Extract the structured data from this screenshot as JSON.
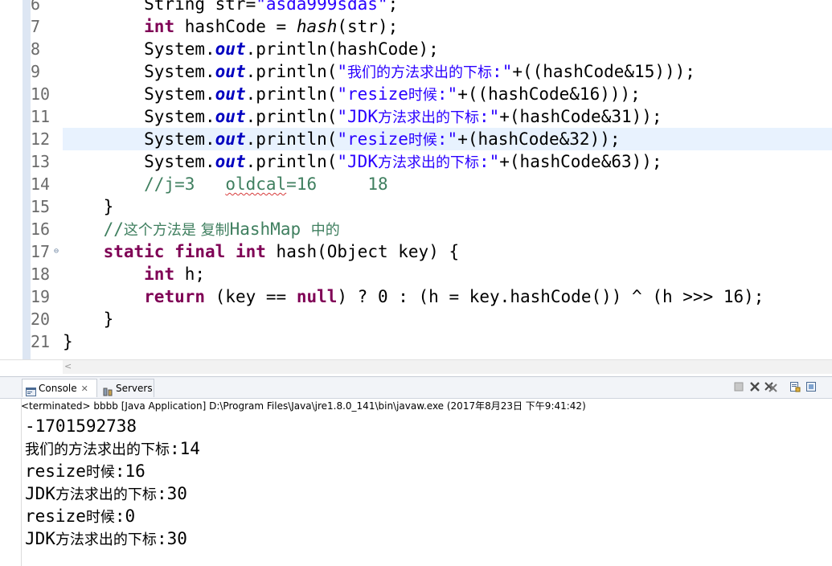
{
  "editor": {
    "partial_top_line": "5",
    "lines": [
      {
        "n": "6",
        "fold": "",
        "segments": [
          [
            "plain",
            "        String str="
          ],
          [
            "str",
            "\"asda999sdas\""
          ],
          [
            "plain",
            ";"
          ]
        ]
      },
      {
        "n": "7",
        "fold": "",
        "segments": [
          [
            "plain",
            "        "
          ],
          [
            "kw",
            "int"
          ],
          [
            "plain",
            " hashCode = "
          ],
          [
            "mth",
            "hash"
          ],
          [
            "plain",
            "(str);"
          ]
        ]
      },
      {
        "n": "8",
        "fold": "",
        "segments": [
          [
            "plain",
            "        System."
          ],
          [
            "fld",
            "out"
          ],
          [
            "plain",
            ".println(hashCode);"
          ]
        ]
      },
      {
        "n": "9",
        "fold": "",
        "segments": [
          [
            "plain",
            "        System."
          ],
          [
            "fld",
            "out"
          ],
          [
            "plain",
            ".println("
          ],
          [
            "str",
            "\""
          ],
          [
            "strcj",
            "我们的方法求出的下标"
          ],
          [
            "str",
            ":\""
          ],
          [
            "plain",
            "+((hashCode&15)));"
          ]
        ]
      },
      {
        "n": "10",
        "fold": "",
        "segments": [
          [
            "plain",
            "        System."
          ],
          [
            "fld",
            "out"
          ],
          [
            "plain",
            ".println("
          ],
          [
            "str",
            "\"resize"
          ],
          [
            "strcj",
            "时候"
          ],
          [
            "str",
            ":\""
          ],
          [
            "plain",
            "+((hashCode&16)));"
          ]
        ]
      },
      {
        "n": "11",
        "fold": "",
        "segments": [
          [
            "plain",
            "        System."
          ],
          [
            "fld",
            "out"
          ],
          [
            "plain",
            ".println("
          ],
          [
            "str",
            "\"JDK"
          ],
          [
            "strcj",
            "方法求出的下标"
          ],
          [
            "str",
            ":\""
          ],
          [
            "plain",
            "+(hashCode&31));"
          ]
        ]
      },
      {
        "n": "12",
        "fold": "",
        "current": true,
        "segments": [
          [
            "plain",
            "        System."
          ],
          [
            "fld",
            "out"
          ],
          [
            "plain",
            ".println("
          ],
          [
            "str",
            "\"resize"
          ],
          [
            "strcj",
            "时候"
          ],
          [
            "str",
            ":\""
          ],
          [
            "plain",
            "+(hashCode&32));"
          ]
        ]
      },
      {
        "n": "13",
        "fold": "",
        "segments": [
          [
            "plain",
            "        System."
          ],
          [
            "fld",
            "out"
          ],
          [
            "plain",
            ".println("
          ],
          [
            "str",
            "\"JDK"
          ],
          [
            "strcj",
            "方法求出的下标"
          ],
          [
            "str",
            ":\""
          ],
          [
            "plain",
            "+(hashCode&63));"
          ]
        ]
      },
      {
        "n": "14",
        "fold": "",
        "segments": [
          [
            "plain",
            "        "
          ],
          [
            "cm",
            "//j=3   "
          ],
          [
            "cmsq",
            "oldcal"
          ],
          [
            "cm",
            "=16     18"
          ]
        ]
      },
      {
        "n": "15",
        "fold": "",
        "segments": [
          [
            "plain",
            "    }"
          ]
        ]
      },
      {
        "n": "16",
        "fold": "",
        "segments": [
          [
            "plain",
            "    "
          ],
          [
            "cm",
            "//"
          ],
          [
            "cmcj",
            "这个方法是 复制"
          ],
          [
            "cm",
            "HashMap "
          ],
          [
            "cmcj",
            "中的"
          ]
        ]
      },
      {
        "n": "17",
        "fold": "⊖",
        "segments": [
          [
            "plain",
            "    "
          ],
          [
            "kw",
            "static"
          ],
          [
            "plain",
            " "
          ],
          [
            "kw",
            "final"
          ],
          [
            "plain",
            " "
          ],
          [
            "kw",
            "int"
          ],
          [
            "plain",
            " hash(Object key) {"
          ]
        ]
      },
      {
        "n": "18",
        "fold": "",
        "segments": [
          [
            "plain",
            "        "
          ],
          [
            "kw",
            "int"
          ],
          [
            "plain",
            " h;"
          ]
        ]
      },
      {
        "n": "19",
        "fold": "",
        "segments": [
          [
            "plain",
            "        "
          ],
          [
            "kw",
            "return"
          ],
          [
            "plain",
            " (key == "
          ],
          [
            "kw",
            "null"
          ],
          [
            "plain",
            ") ? 0 : (h = key.hashCode()) ^ (h >>> 16);"
          ]
        ]
      },
      {
        "n": "20",
        "fold": "",
        "segments": [
          [
            "plain",
            "    }"
          ]
        ]
      },
      {
        "n": "21",
        "fold": "",
        "segments": [
          [
            "plain",
            "}"
          ]
        ]
      }
    ]
  },
  "console": {
    "tabs": [
      {
        "label": "Console",
        "icon": "console-icon",
        "close": "✕"
      },
      {
        "label": "Servers",
        "icon": "servers-icon"
      }
    ],
    "toolbar_icons": [
      "terminate-icon",
      "remove-launch-icon",
      "remove-all-icon",
      "scroll-lock-icon",
      "pin-console-icon"
    ],
    "status": "<terminated> bbbb [Java Application] D:\\Program Files\\Java\\jre1.8.0_141\\bin\\javaw.exe (2017年8月23日 下午9:41:42)",
    "output": [
      [
        [
          "m",
          "-1701592738"
        ]
      ],
      [
        [
          "c",
          "我们的方法求出的下标"
        ],
        [
          "m",
          ":14"
        ]
      ],
      [
        [
          "m",
          "resize"
        ],
        [
          "c",
          "时候"
        ],
        [
          "m",
          ":16"
        ]
      ],
      [
        [
          "m",
          "JDK"
        ],
        [
          "c",
          "方法求出的下标"
        ],
        [
          "m",
          ":30"
        ]
      ],
      [
        [
          "m",
          "resize"
        ],
        [
          "c",
          "时候"
        ],
        [
          "m",
          ":0"
        ]
      ],
      [
        [
          "m",
          "JDK"
        ],
        [
          "c",
          "方法求出的下标"
        ],
        [
          "m",
          ":30"
        ]
      ]
    ]
  },
  "colors": {
    "keyword": "#7f0055",
    "string": "#2a00ff",
    "field": "#0000c0",
    "comment": "#3f7f5f",
    "current_line": "#e8f2fe"
  }
}
